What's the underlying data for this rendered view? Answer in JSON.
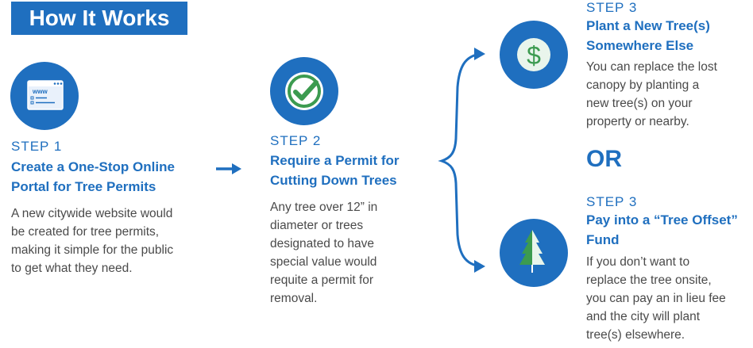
{
  "banner": {
    "title": "How It Works"
  },
  "step1": {
    "label": "STEP 1",
    "title_line1": "Create a One-Stop Online",
    "title_line2": "Portal for Tree Permits",
    "desc_lines": [
      "A new citywide website would",
      "be created for tree permits,",
      "making it simple for the public",
      "to get what they need."
    ],
    "icon_text": "www"
  },
  "step2": {
    "label": "STEP 2",
    "title_line1": "Require a Permit for",
    "title_line2": "Cutting Down Trees",
    "desc_lines": [
      "Any tree over 12” in",
      "diameter or trees",
      "designated to have",
      "special value would",
      "requite a permit for",
      "removal."
    ]
  },
  "step3a": {
    "label": "STEP 3",
    "title_line1": "Plant a New Tree(s)",
    "title_line2": "Somewhere Else",
    "desc_lines": [
      "You can replace the lost",
      "canopy by planting a",
      "new tree(s) on your",
      "property or nearby."
    ],
    "icon_text": "$"
  },
  "or_label": "OR",
  "step3b": {
    "label": "STEP 3",
    "title_line1": "Pay into a “Tree Offset”",
    "title_line2": "Fund",
    "desc_lines": [
      "If you don’t want to",
      "replace the tree onsite,",
      "you can pay an in lieu fee",
      "and the city will plant",
      "tree(s) elsewhere."
    ]
  },
  "colors": {
    "brand_blue": "#1f6fbf",
    "text_gray": "#4a4a4a",
    "check_green": "#3c9b50",
    "light_blue": "#e9f1fb"
  }
}
